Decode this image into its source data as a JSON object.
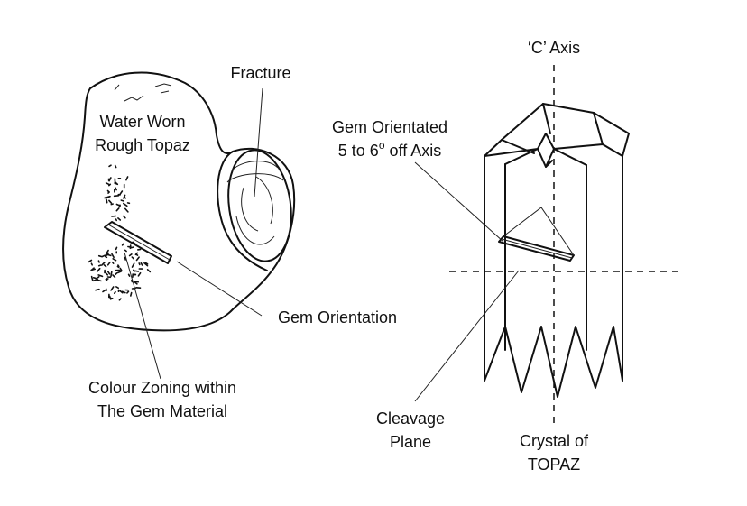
{
  "labels": {
    "fracture": "Fracture",
    "water_worn_line1": "Water Worn",
    "water_worn_line2": "Rough Topaz",
    "gem_orientation": "Gem Orientation",
    "colour_zoning_line1": "Colour Zoning within",
    "colour_zoning_line2": "The Gem Material",
    "c_axis": "‘C’ Axis",
    "gem_orientated_line1": "Gem Orientated",
    "gem_orientated_line2_prefix": "5 to 6",
    "gem_orientated_line2_sup": "o",
    "gem_orientated_line2_suffix": " off Axis",
    "cleavage_line1": "Cleavage",
    "cleavage_line2": "Plane",
    "crystal_line1": "Crystal of",
    "crystal_line2": "TOPAZ"
  },
  "colors": {
    "ink": "#111111",
    "background": "#ffffff"
  }
}
